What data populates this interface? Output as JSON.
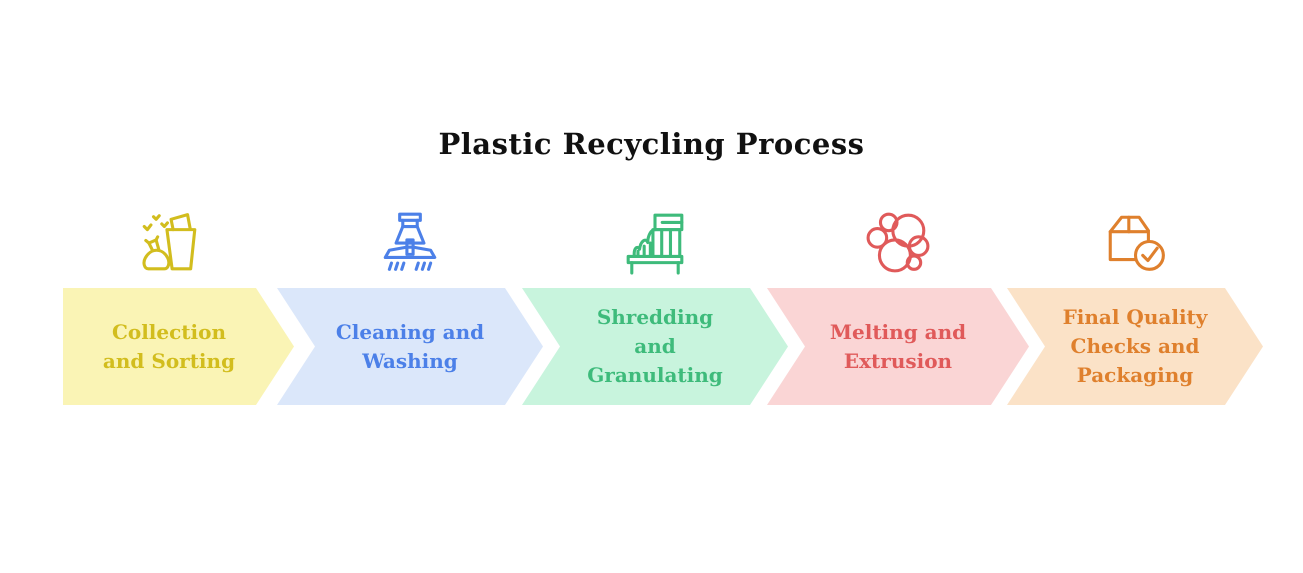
{
  "title": "Plastic Recycling Process",
  "steps": [
    {
      "label_lines": [
        "Collection",
        "and Sorting"
      ],
      "icon": "trash-and-bag-icon",
      "fill_color": "#FAF4B5",
      "accent_color": "#D2BD1E"
    },
    {
      "label_lines": [
        "Cleaning and",
        "Washing"
      ],
      "icon": "washing-spray-icon",
      "fill_color": "#DBE7FA",
      "accent_color": "#4C80E8"
    },
    {
      "label_lines": [
        "Shredding",
        "and",
        "Granulating"
      ],
      "icon": "shredder-icon",
      "fill_color": "#C8F4DD",
      "accent_color": "#3EBB7B"
    },
    {
      "label_lines": [
        "Melting and",
        "Extrusion"
      ],
      "icon": "melting-bubbles-icon",
      "fill_color": "#FAD5D5",
      "accent_color": "#E05A5A"
    },
    {
      "label_lines": [
        "Final Quality",
        "Checks and",
        "Packaging"
      ],
      "icon": "package-check-icon",
      "fill_color": "#FBE2C7",
      "accent_color": "#DF802D"
    }
  ]
}
